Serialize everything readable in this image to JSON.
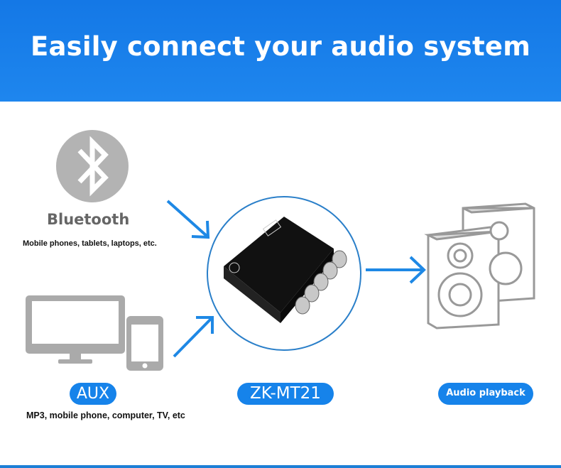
{
  "header": {
    "title": "Easily connect your audio system"
  },
  "bluetooth": {
    "label": "Bluetooth",
    "caption": "Mobile phones, tablets, laptops, etc."
  },
  "aux": {
    "label": "AUX",
    "caption": "MP3, mobile phone, computer, TV, etc"
  },
  "product": {
    "label": "ZK-MT21"
  },
  "output": {
    "label": "Audio playback"
  },
  "colors": {
    "accent": "#1683ea",
    "icon_gray": "#aaaaaa"
  }
}
